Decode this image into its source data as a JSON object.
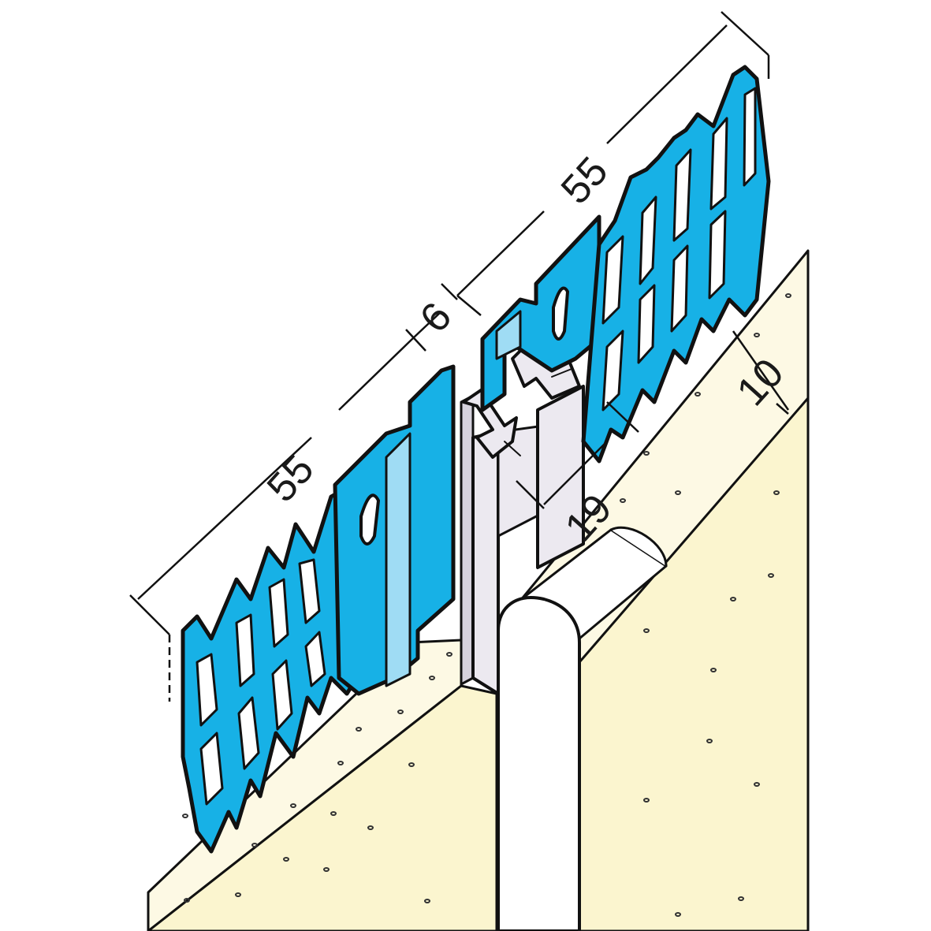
{
  "colors": {
    "wall_front": "#fbf5cf",
    "wall_top": "#fdf9e4",
    "mesh_blue": "#17b1e6",
    "plate_light": "#9fdcf4",
    "profile_grey": "#ece9f0",
    "profile_grey_dark": "#d6d2dd",
    "cord_white": "#ffffff",
    "ink": "#111111"
  },
  "dimensions": {
    "left_wing": "55",
    "joint_gap": "6",
    "right_wing": "55",
    "plaster_depth": "10",
    "profile_height": "19"
  },
  "icons": [
    "expanded-metal-mesh",
    "round-backer-cord",
    "plaster-stop-profile"
  ]
}
